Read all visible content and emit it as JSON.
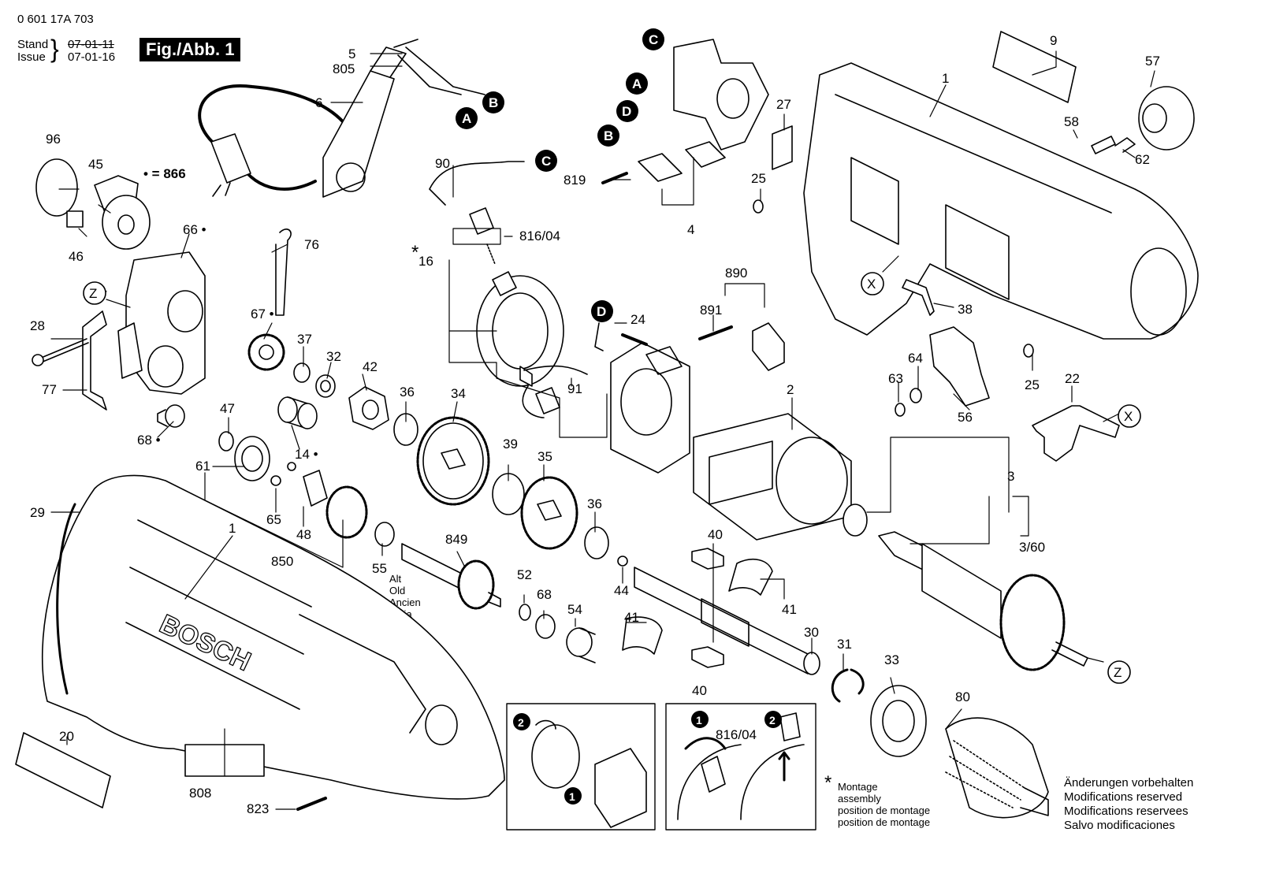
{
  "header": {
    "doc_number": "0 601 17A 703",
    "stand_label": "Stand",
    "issue_label": "Issue",
    "stand_date": "07-01-11",
    "issue_date": "07-01-16",
    "figure": "Fig./Abb. 1"
  },
  "legend": {
    "dot_note": "• = 866"
  },
  "part_labels": [
    "5",
    "805",
    "6",
    "96",
    "45",
    "46",
    "66 •",
    "76",
    "Z",
    "28",
    "77",
    "67 •",
    "37",
    "32",
    "42",
    "36",
    "34",
    "68 •",
    "47",
    "14 •",
    "61",
    "65",
    "48",
    "850",
    "39",
    "35",
    "36",
    "29",
    "1",
    "55",
    "849",
    "52",
    "68",
    "54",
    "44",
    "41",
    "40",
    "41",
    "40",
    "30",
    "31",
    "33",
    "80",
    "20",
    "808",
    "823",
    "9",
    "57",
    "1",
    "58",
    "62",
    "27",
    "25",
    "819",
    "4",
    "890",
    "891",
    "38",
    "X",
    "64",
    "63",
    "56",
    "25",
    "22",
    "X",
    "2",
    "3",
    "3/60",
    "Z",
    "90",
    "816/04",
    "16",
    "24",
    "91",
    "*"
  ],
  "connector_labels": [
    "A",
    "B",
    "C",
    "C",
    "A",
    "D",
    "B",
    "D"
  ],
  "old_note": [
    "Alt",
    "Old",
    "Ancien",
    "Vieja"
  ],
  "inset": {
    "steps": [
      "2",
      "1",
      "1",
      "2"
    ],
    "part_label": "816/04"
  },
  "montage_note": {
    "star": "*",
    "lines": [
      "Montage",
      "assembly",
      "position de montage",
      "position de montage"
    ]
  },
  "modifications": [
    "Änderungen vorbehalten",
    "Modifications reserved",
    "Modifications reservees",
    "Salvo modificaciones"
  ],
  "brand_text": "BOSCH",
  "colors": {
    "ink": "#000000",
    "paper": "#ffffff"
  }
}
